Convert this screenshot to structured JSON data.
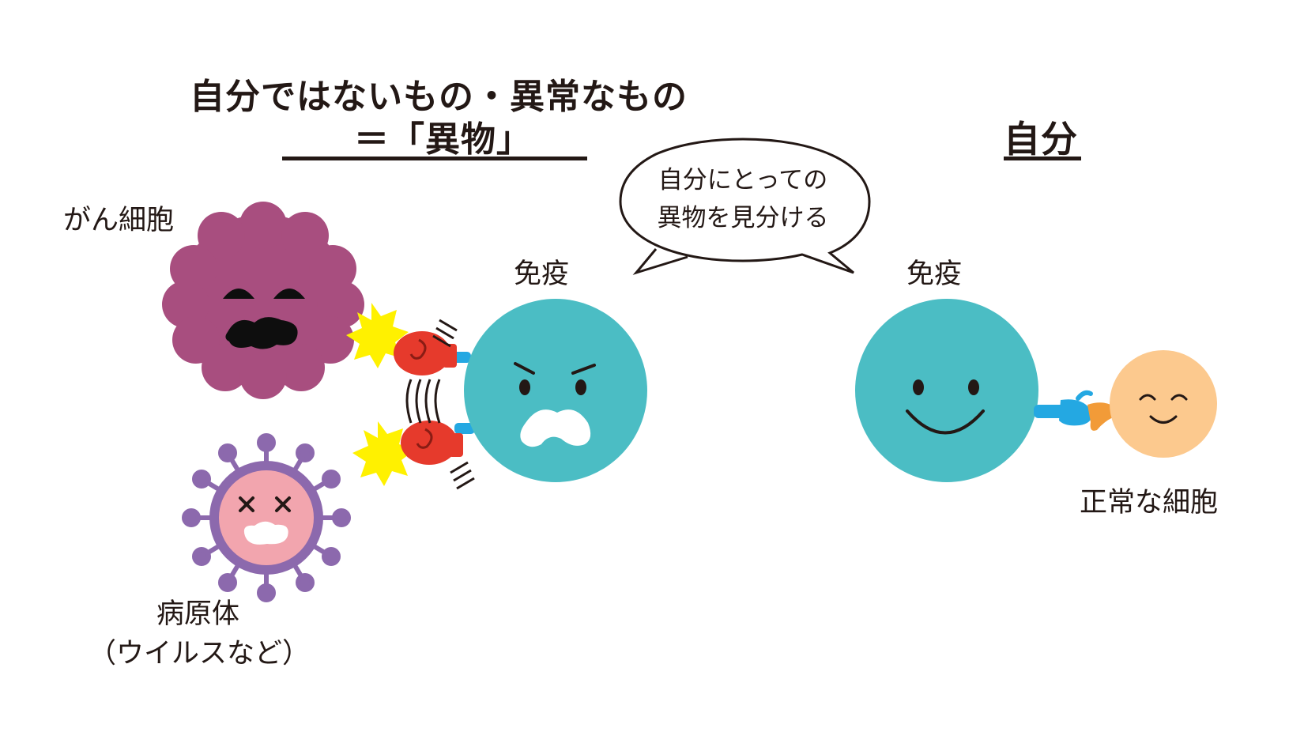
{
  "headings": {
    "left_line1": "自分ではないもの・異常なもの",
    "left_line2": "＝「異物」",
    "right": "自分"
  },
  "speech_bubble": {
    "line1": "自分にとっての",
    "line2": "異物を見分ける"
  },
  "labels": {
    "cancer_cell": "がん細胞",
    "pathogen_line1": "病原体",
    "pathogen_line2": "（ウイルスなど）",
    "immune_left": "免疫",
    "immune_right": "免疫",
    "normal_cell": "正常な細胞"
  },
  "icons": [
    "cancer-cell-icon",
    "virus-icon",
    "immune-cell-angry-icon",
    "boxing-glove-icon",
    "impact-star-icon",
    "immune-cell-happy-icon",
    "normal-cell-icon",
    "speech-bubble-icon"
  ],
  "colors": {
    "cancer_cell": "#a84e7f",
    "virus_outer": "#8c69ad",
    "virus_inner": "#f2a5ae",
    "immune_cell": "#4bbdc4",
    "normal_cell": "#fcc98e",
    "glove": "#e63a2c",
    "star": "#fff100",
    "arm": "#24a8e2",
    "normal_arm": "#f29b38"
  }
}
